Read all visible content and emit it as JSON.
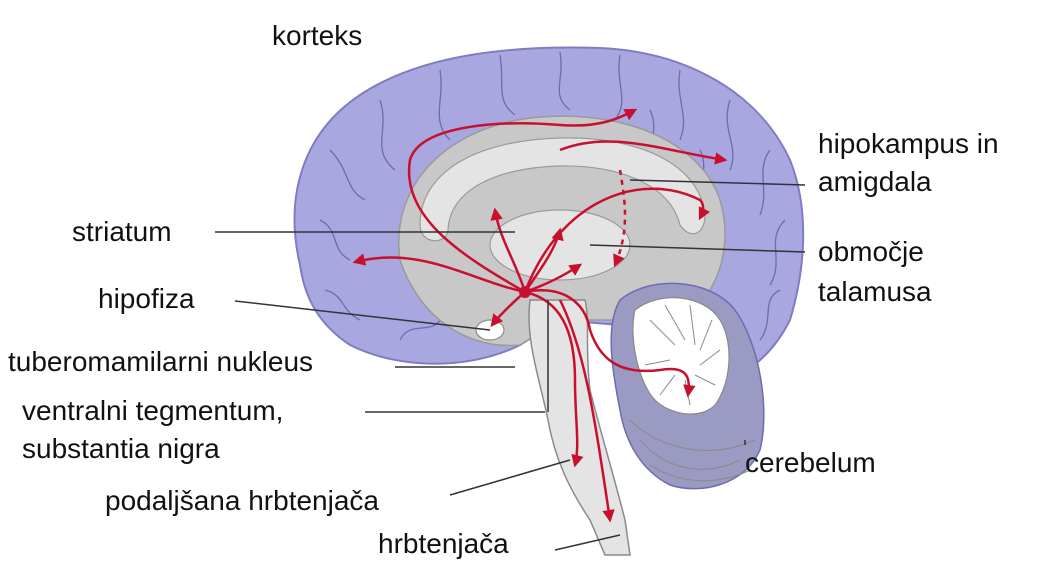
{
  "labels": {
    "korteks": "korteks",
    "hipokampus_line1": "hipokampus in",
    "hipokampus_line2": "amigdala",
    "striatum": "striatum",
    "obmocje_line1": "območje",
    "obmocje_line2": "talamusa",
    "hipofiza": "hipofiza",
    "tuberomamilarni": "tuberomamilarni nukleus",
    "ventralni_line1": "ventralni tegmentum,",
    "ventralni_line2": "substantia nigra",
    "cerebelum": "cerebelum",
    "podaljsana": "podaljšana hrbtenjača",
    "hrbtenjaca": "hrbtenjača"
  },
  "colors": {
    "cortex": "#a9a7e0",
    "cortex_edge": "#7f7cc2",
    "inner_gray": "#c8c8c8",
    "light_gray": "#e4e4e4",
    "pathway": "#c8102e",
    "leader": "#333333"
  }
}
